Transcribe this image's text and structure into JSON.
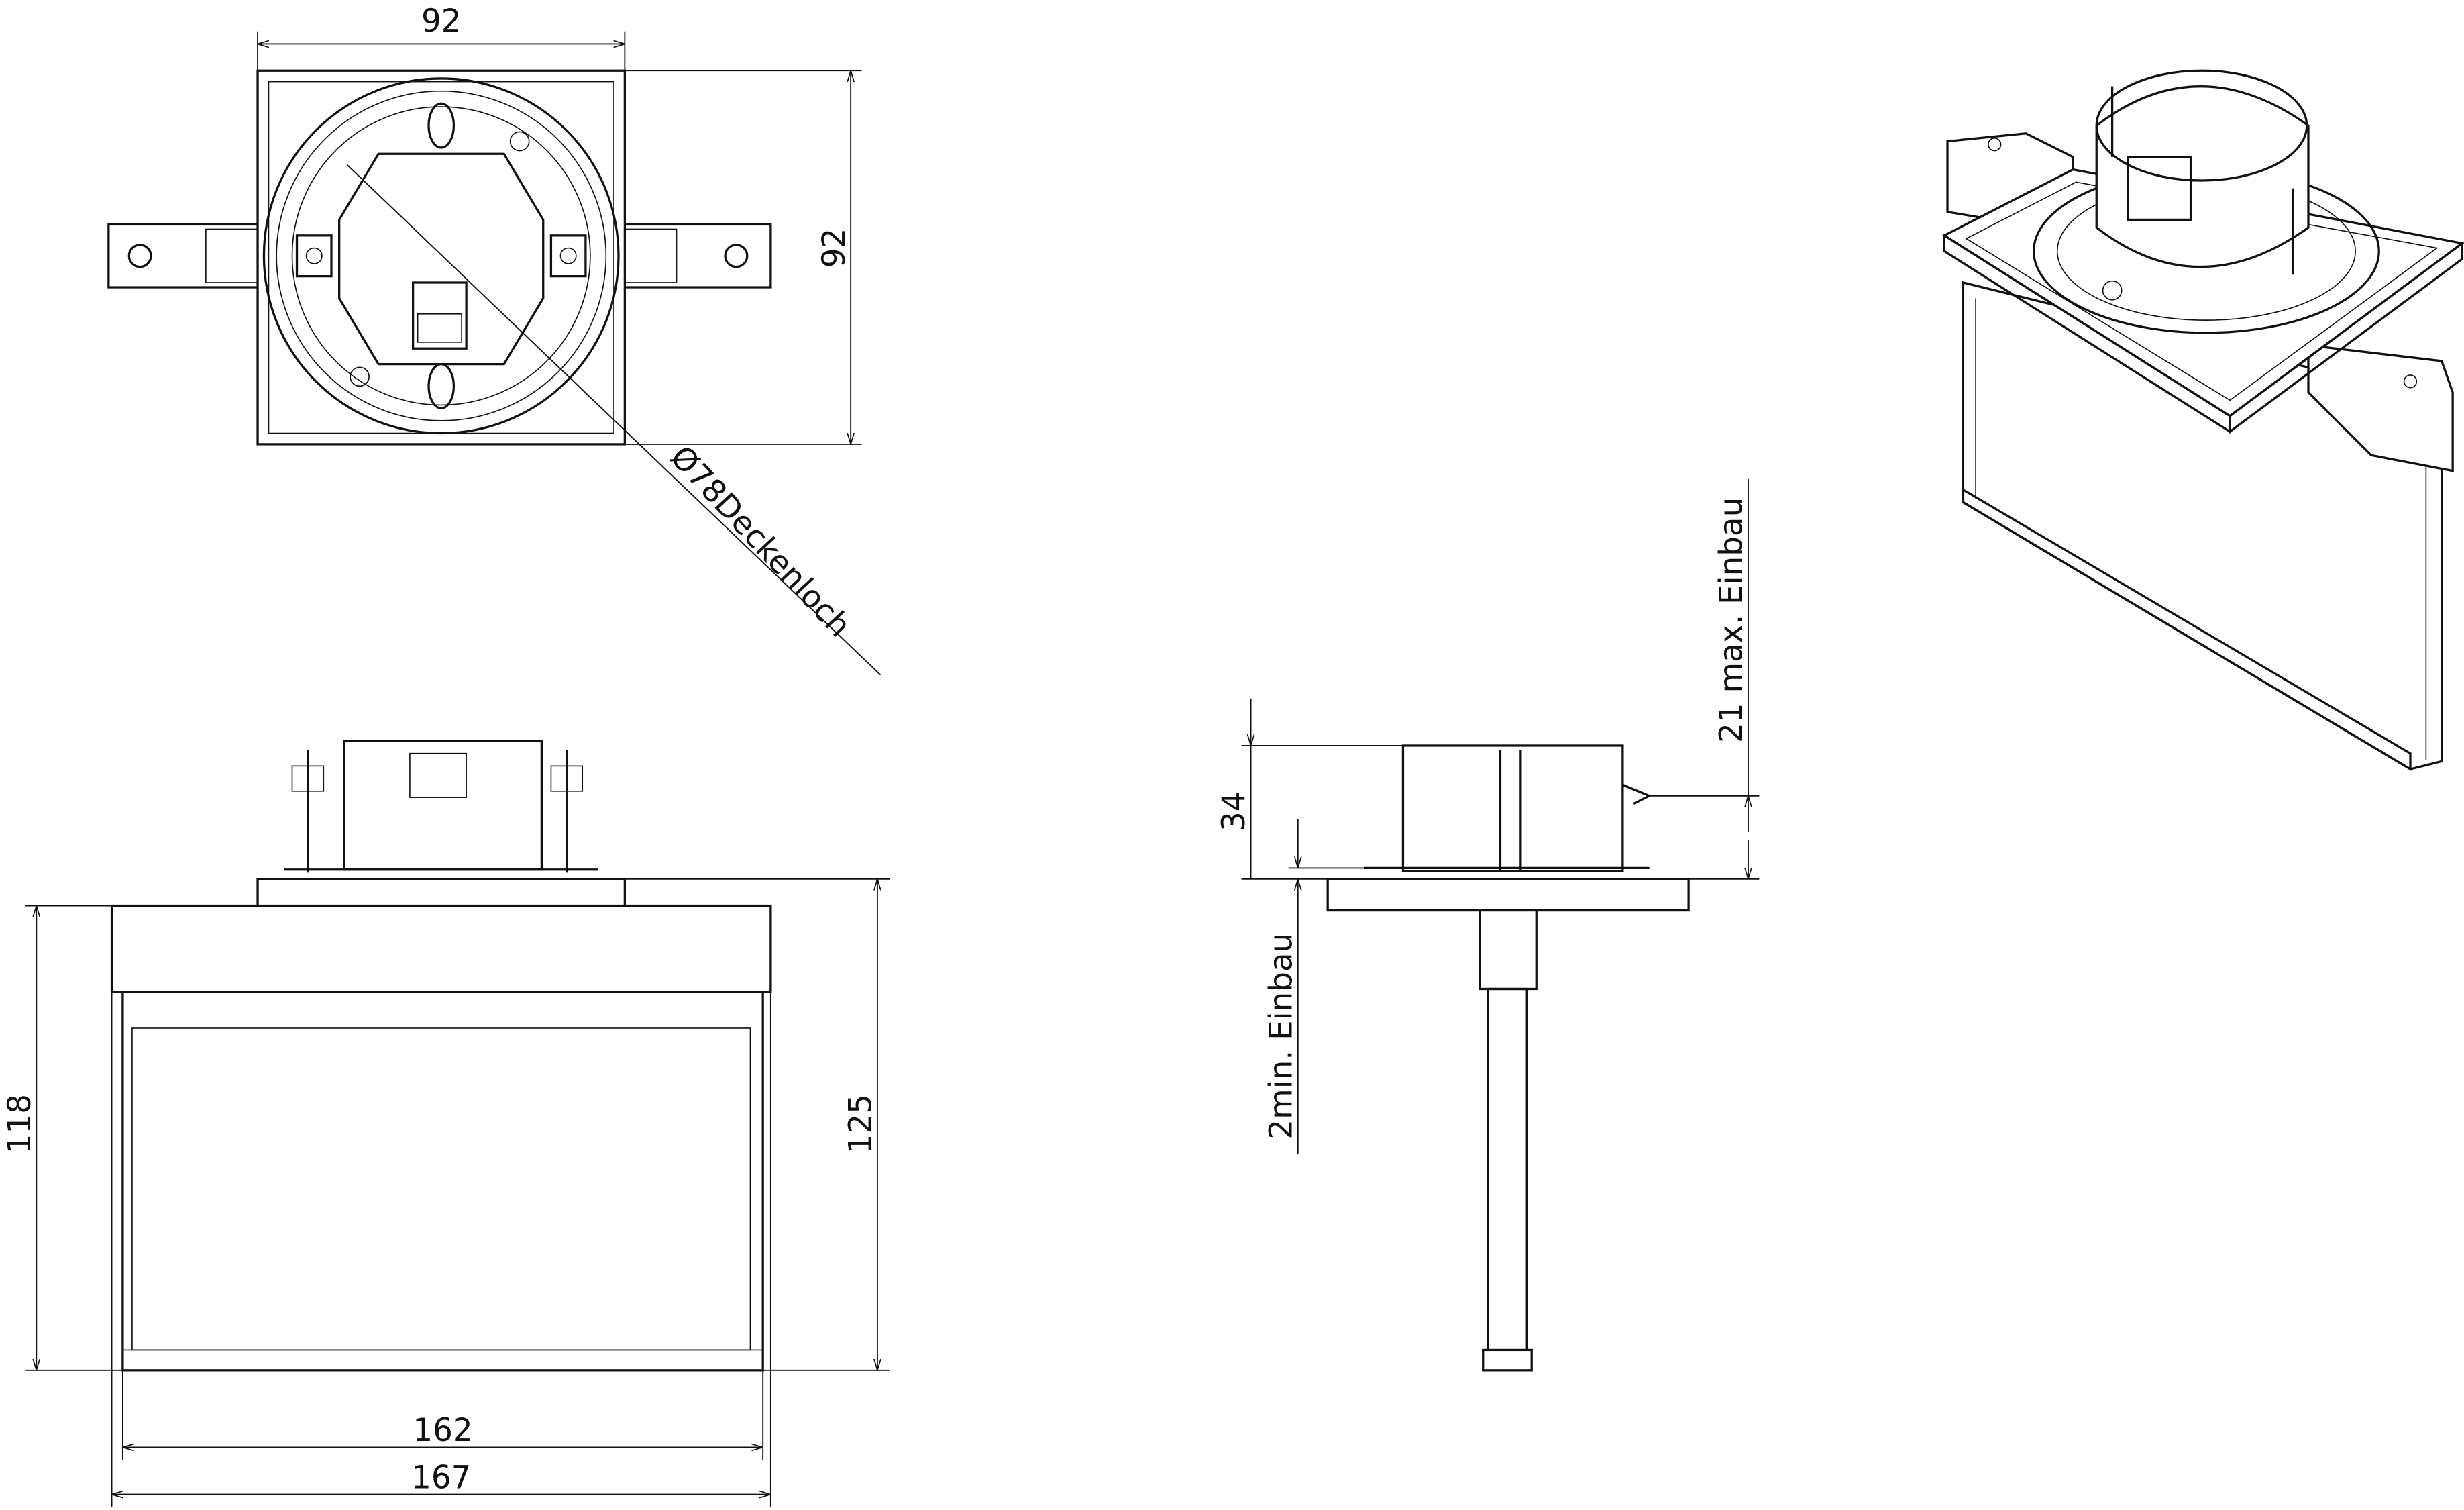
{
  "drawing": {
    "top_view": {
      "width_label": "92",
      "height_label": "92",
      "hole_label": "Ø78Deckenloch"
    },
    "front_view": {
      "height_left_label": "118",
      "height_right_label": "125",
      "width_inner_label": "162",
      "width_outer_label": "167"
    },
    "side_view": {
      "height_label": "34",
      "min_install_label": "2min. Einbau",
      "max_install_label": "21 max. Einbau"
    }
  },
  "colors": {
    "line": "#111111",
    "background": "#ffffff"
  }
}
